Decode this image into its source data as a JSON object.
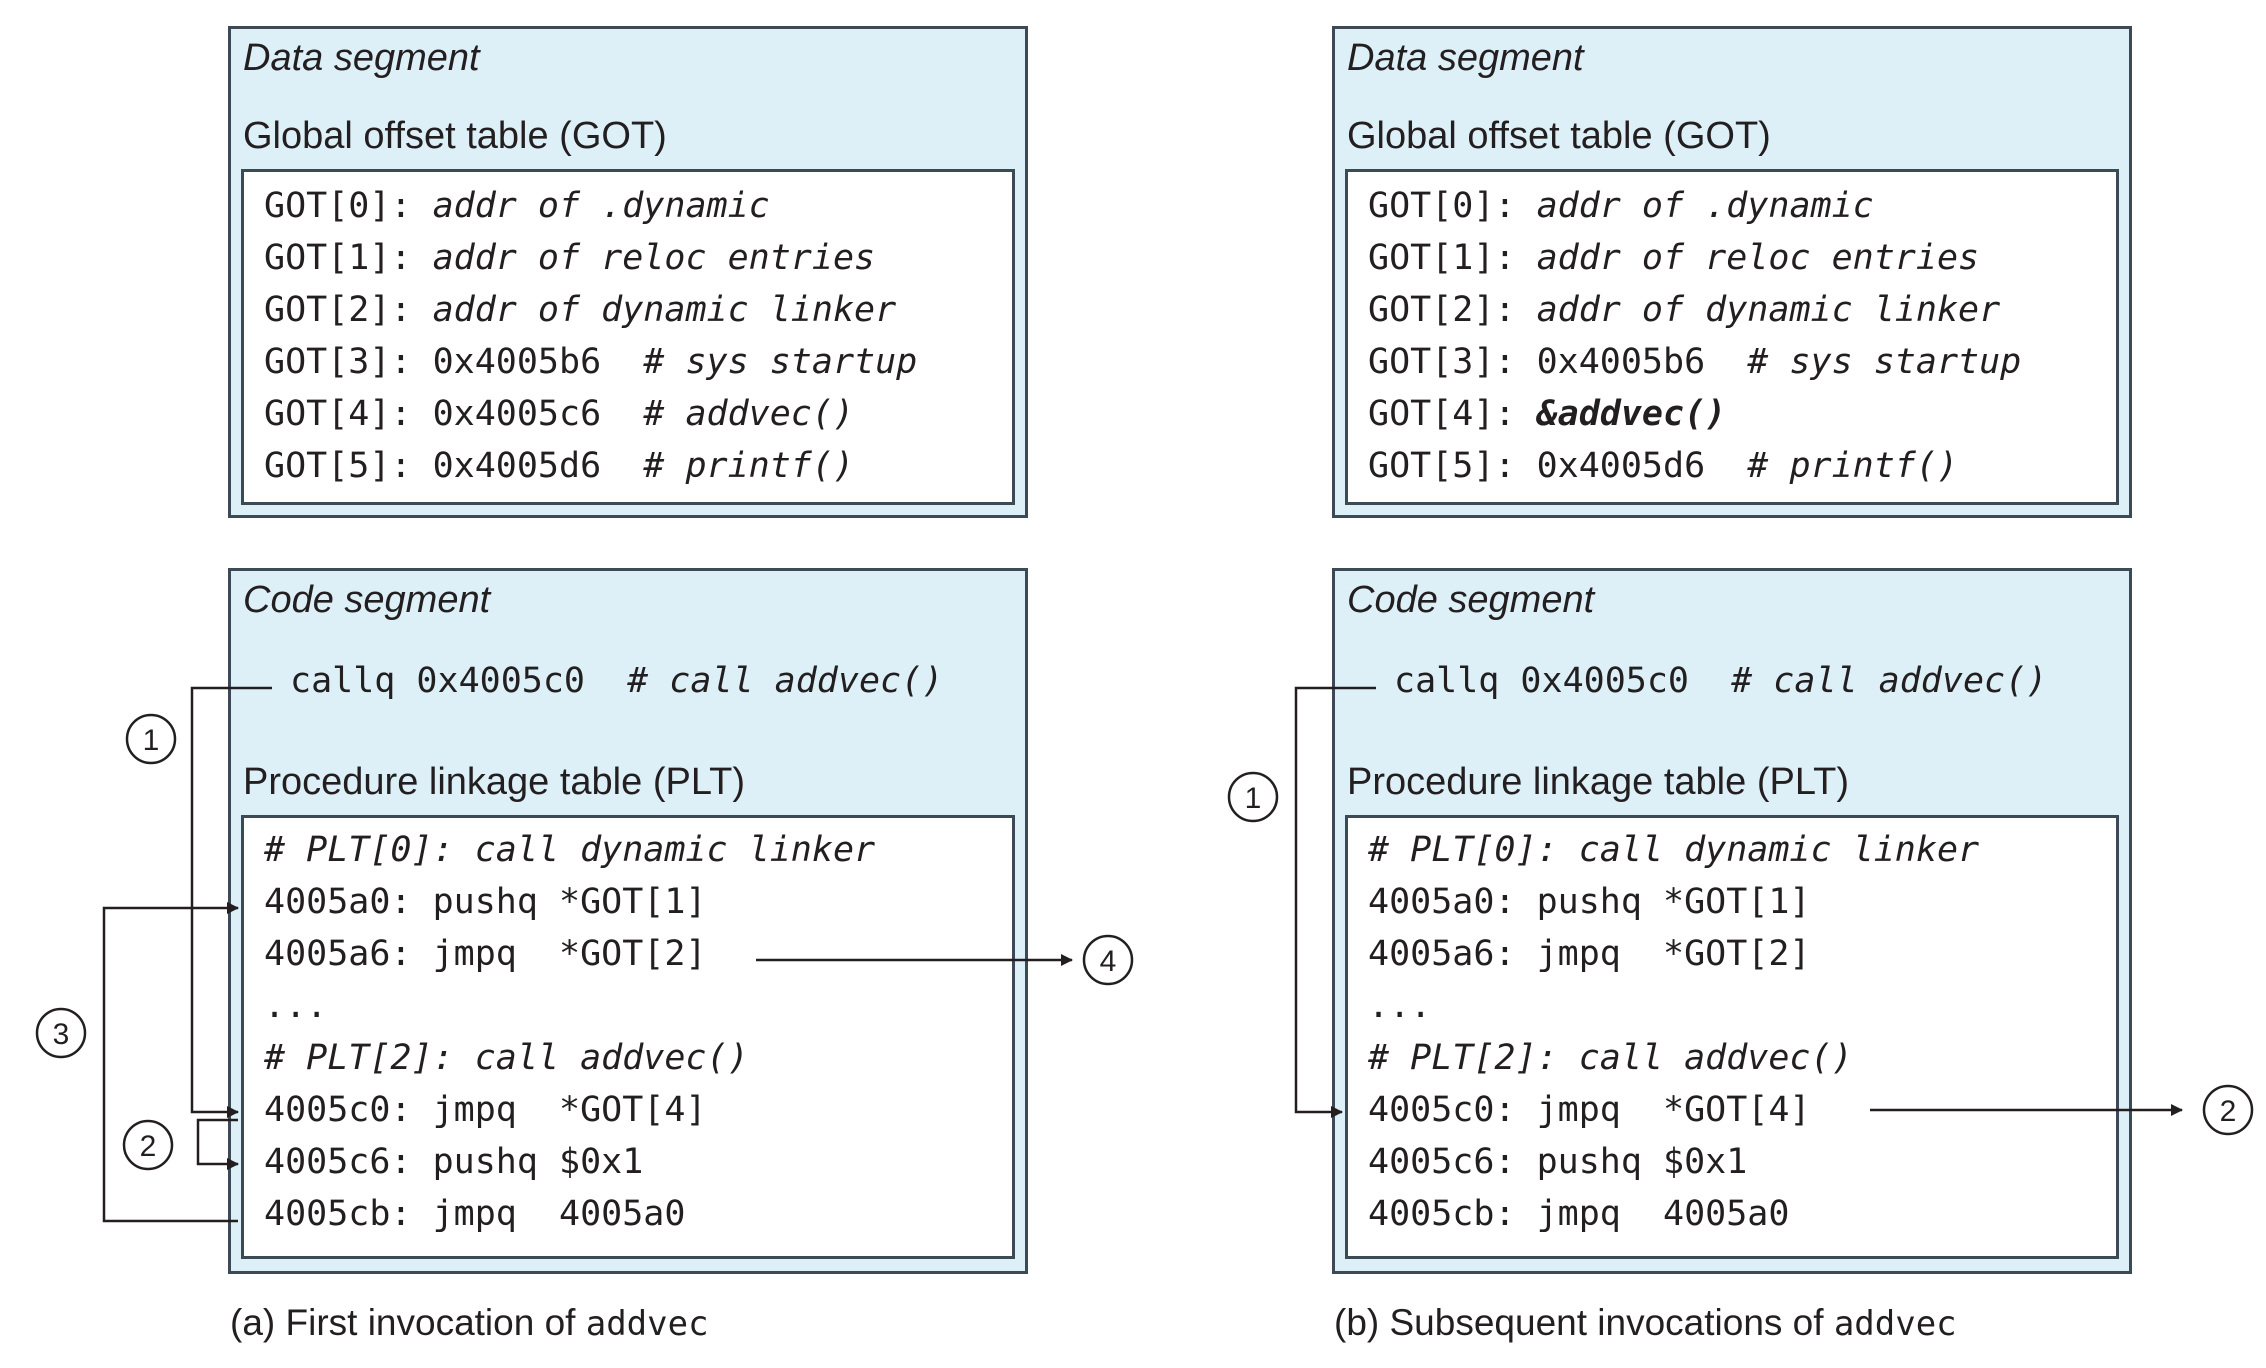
{
  "panel_a": {
    "data_segment_title": "Data segment",
    "got_title": "Global offset table (GOT)",
    "got": [
      {
        "code": "GOT[0]: ",
        "comment": "addr of .dynamic"
      },
      {
        "code": "GOT[1]: ",
        "comment": "addr of reloc entries"
      },
      {
        "code": "GOT[2]: ",
        "comment": "addr of dynamic linker"
      },
      {
        "code": "GOT[3]: 0x4005b6  ",
        "comment": "# sys startup"
      },
      {
        "code": "GOT[4]: 0x4005c6  ",
        "comment": "# addvec()"
      },
      {
        "code": "GOT[5]: 0x4005d6  ",
        "comment": "# printf()"
      }
    ],
    "code_segment_title": "Code segment",
    "callq": {
      "code": "callq 0x4005c0  ",
      "comment": "# call addvec()"
    },
    "plt_title": "Procedure linkage table (PLT)",
    "plt": [
      {
        "code": "",
        "comment": "# PLT[0]: call dynamic linker"
      },
      {
        "code": "4005a0: pushq *GOT[1]",
        "comment": ""
      },
      {
        "code": "4005a6: jmpq  *GOT[2]",
        "comment": ""
      },
      {
        "code": "...",
        "comment": ""
      },
      {
        "code": "",
        "comment": "# PLT[2]: call addvec()"
      },
      {
        "code": "4005c0: jmpq  *GOT[4]",
        "comment": ""
      },
      {
        "code": "4005c6: pushq $0x1",
        "comment": ""
      },
      {
        "code": "4005cb: jmpq  4005a0",
        "comment": ""
      }
    ],
    "steps": [
      "1",
      "2",
      "3",
      "4"
    ],
    "caption_text": "(a) First invocation of ",
    "caption_mono": "addvec"
  },
  "panel_b": {
    "data_segment_title": "Data segment",
    "got_title": "Global offset table (GOT)",
    "got": [
      {
        "code": "GOT[0]: ",
        "comment": "addr of .dynamic"
      },
      {
        "code": "GOT[1]: ",
        "comment": "addr of reloc entries"
      },
      {
        "code": "GOT[2]: ",
        "comment": "addr of dynamic linker"
      },
      {
        "code": "GOT[3]: 0x4005b6  ",
        "comment": "# sys startup"
      },
      {
        "code": "GOT[4]: ",
        "comment": "&addvec()"
      },
      {
        "code": "GOT[5]: 0x4005d6  ",
        "comment": "# printf()"
      }
    ],
    "code_segment_title": "Code segment",
    "callq": {
      "code": "callq 0x4005c0  ",
      "comment": "# call addvec()"
    },
    "plt_title": "Procedure linkage table (PLT)",
    "plt": [
      {
        "code": "",
        "comment": "# PLT[0]: call dynamic linker"
      },
      {
        "code": "4005a0: pushq *GOT[1]",
        "comment": ""
      },
      {
        "code": "4005a6: jmpq  *GOT[2]",
        "comment": ""
      },
      {
        "code": "...",
        "comment": ""
      },
      {
        "code": "",
        "comment": "# PLT[2]: call addvec()"
      },
      {
        "code": "4005c0: jmpq  *GOT[4]",
        "comment": ""
      },
      {
        "code": "4005c6: pushq $0x1",
        "comment": ""
      },
      {
        "code": "4005cb: jmpq  4005a0",
        "comment": ""
      }
    ],
    "steps": [
      "1",
      "2"
    ],
    "caption_text": "(b) Subsequent invocations of ",
    "caption_mono": "addvec"
  },
  "colors": {
    "segment_fill": "#ddf0f8",
    "border": "#3c4a55",
    "text": "#231f20"
  }
}
